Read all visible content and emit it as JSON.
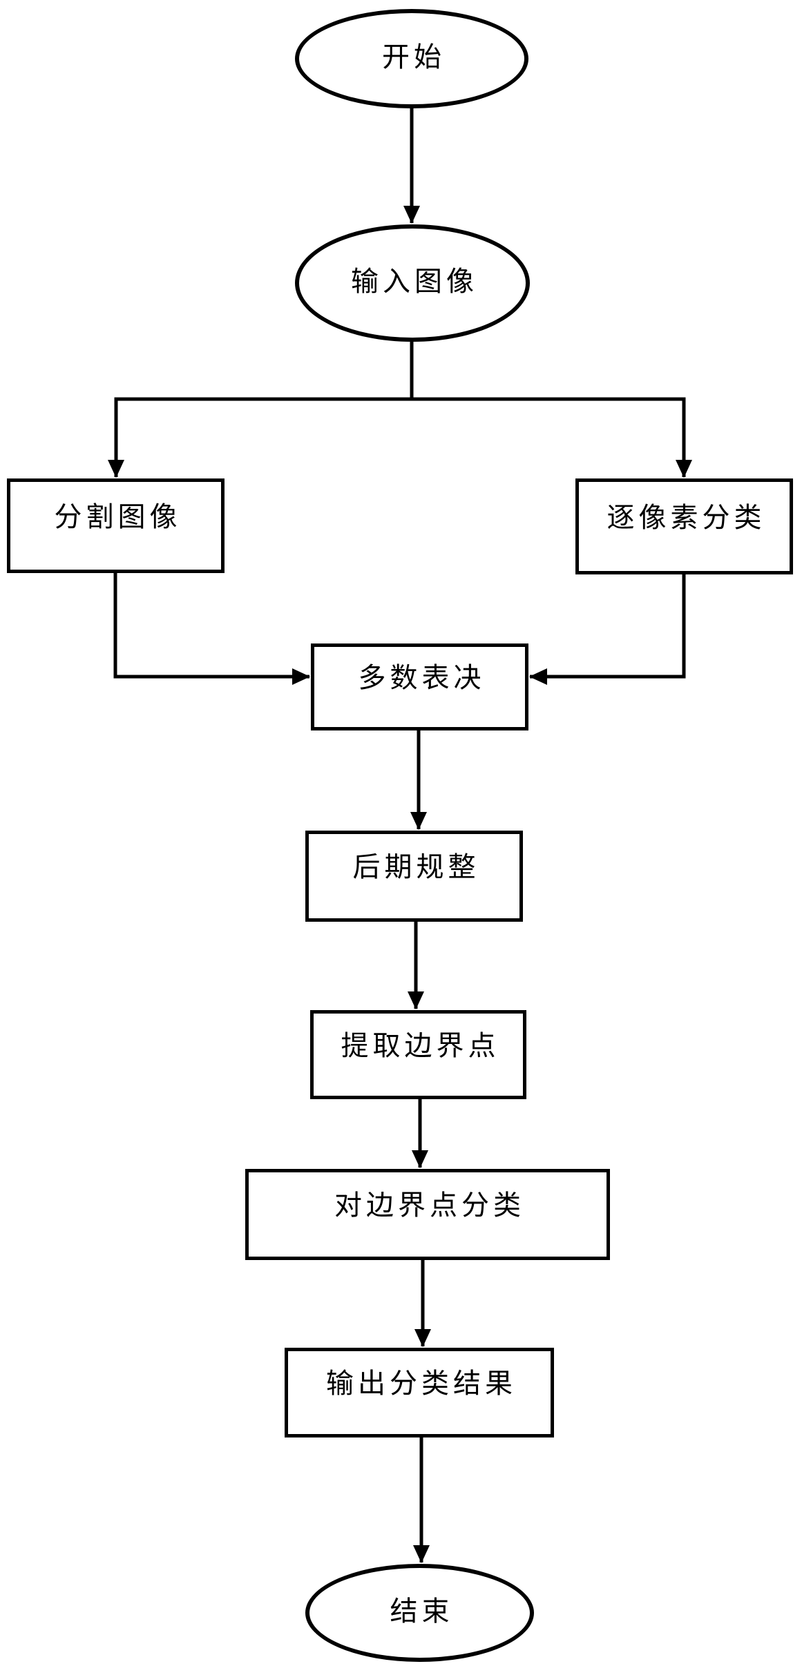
{
  "diagram": {
    "type": "flowchart",
    "colors": {
      "stroke": "#000000",
      "background": "#ffffff"
    },
    "nodes": {
      "start": {
        "label": "开始",
        "shape": "ellipse"
      },
      "input": {
        "label": "输入图像",
        "shape": "ellipse"
      },
      "segment": {
        "label": "分割图像",
        "shape": "rect"
      },
      "pixelwise": {
        "label": "逐像素分类",
        "shape": "rect"
      },
      "vote": {
        "label": "多数表决",
        "shape": "rect"
      },
      "post": {
        "label": "后期规整",
        "shape": "rect"
      },
      "extract": {
        "label": "提取边界点",
        "shape": "rect"
      },
      "classify": {
        "label": "对边界点分类",
        "shape": "rect"
      },
      "output": {
        "label": "输出分类结果",
        "shape": "rect"
      },
      "end": {
        "label": "结束",
        "shape": "ellipse"
      }
    },
    "edges": [
      {
        "from": "start",
        "to": "input"
      },
      {
        "from": "input",
        "to": "segment"
      },
      {
        "from": "input",
        "to": "pixelwise"
      },
      {
        "from": "segment",
        "to": "vote"
      },
      {
        "from": "pixelwise",
        "to": "vote"
      },
      {
        "from": "vote",
        "to": "post"
      },
      {
        "from": "post",
        "to": "extract"
      },
      {
        "from": "extract",
        "to": "classify"
      },
      {
        "from": "classify",
        "to": "output"
      },
      {
        "from": "output",
        "to": "end"
      }
    ]
  }
}
